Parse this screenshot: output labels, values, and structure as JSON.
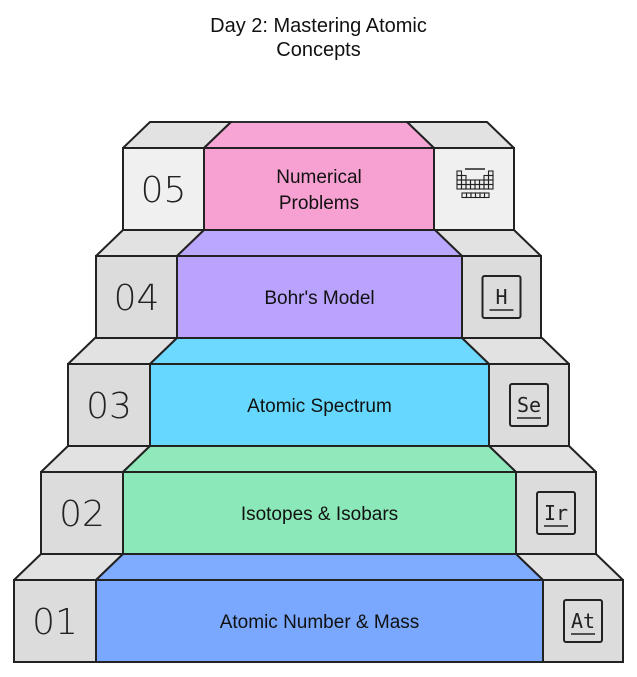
{
  "title": {
    "line1": "Day 2: Mastering Atomic",
    "line2": "Concepts"
  },
  "steps": [
    {
      "number": "01",
      "label": "Atomic Number & Mass",
      "symbol": "At",
      "icon": "element-At-icon",
      "color": "#7aa8ff"
    },
    {
      "number": "02",
      "label": "Isotopes & Isobars",
      "symbol": "Ir",
      "icon": "element-Ir-icon",
      "color": "#8be8b8"
    },
    {
      "number": "03",
      "label": "Atomic Spectrum",
      "symbol": "Se",
      "icon": "element-Se-icon",
      "color": "#66d8ff"
    },
    {
      "number": "04",
      "label": "Bohr's Model",
      "symbol": "H",
      "icon": "element-H-icon",
      "color": "#b9a3ff"
    },
    {
      "number": "05",
      "label": [
        "Numerical",
        "Problems"
      ],
      "symbol": "",
      "icon": "periodic-table-icon",
      "color": "#f7a1d2"
    }
  ]
}
